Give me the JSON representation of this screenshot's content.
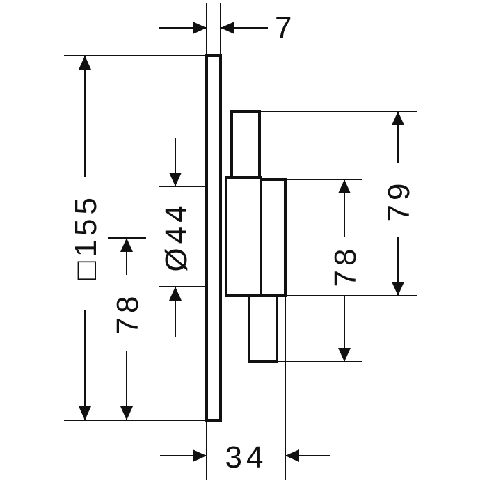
{
  "diagram": {
    "line_color": "#111111",
    "background": "#ffffff",
    "dimensions": {
      "plate_thickness": "7",
      "plate_square": "□155",
      "outlet_diameter": "Ø44",
      "lower_offset": "78",
      "body_offset": "78",
      "body_height": "79",
      "body_depth": "34"
    }
  }
}
